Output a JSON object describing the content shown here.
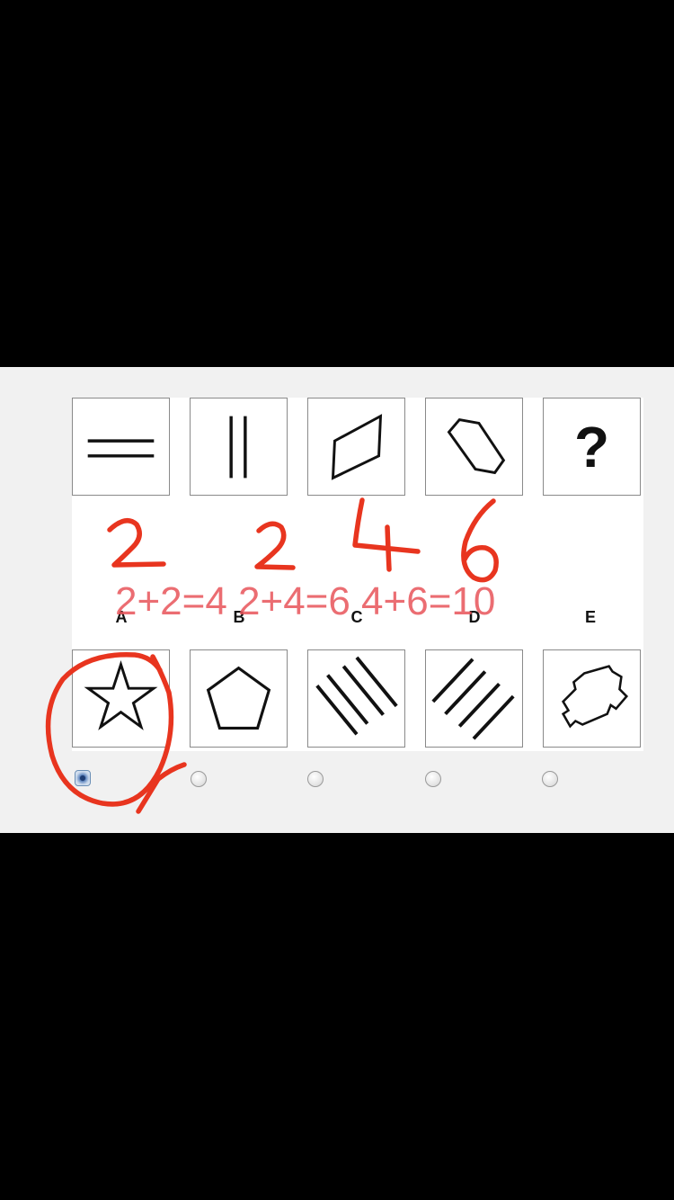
{
  "puzzle": {
    "question_mark": "?",
    "option_labels": [
      "A",
      "B",
      "C",
      "D",
      "E"
    ],
    "selected_option": "A"
  },
  "annotations": {
    "counts": [
      "2",
      "2",
      "4",
      "6"
    ],
    "equation": "2+2=4 2+4=6 4+6=10",
    "ink_color": "#e8351f"
  },
  "icons": {
    "sequence": [
      "two-horizontal-lines-icon",
      "two-vertical-lines-icon",
      "parallelogram-icon",
      "hexagon-icon",
      "question-mark"
    ],
    "options": [
      "star-icon",
      "pentagon-icon",
      "four-diagonal-lines-icon",
      "four-diagonal-lines-icon",
      "octagon-cross-icon"
    ]
  }
}
